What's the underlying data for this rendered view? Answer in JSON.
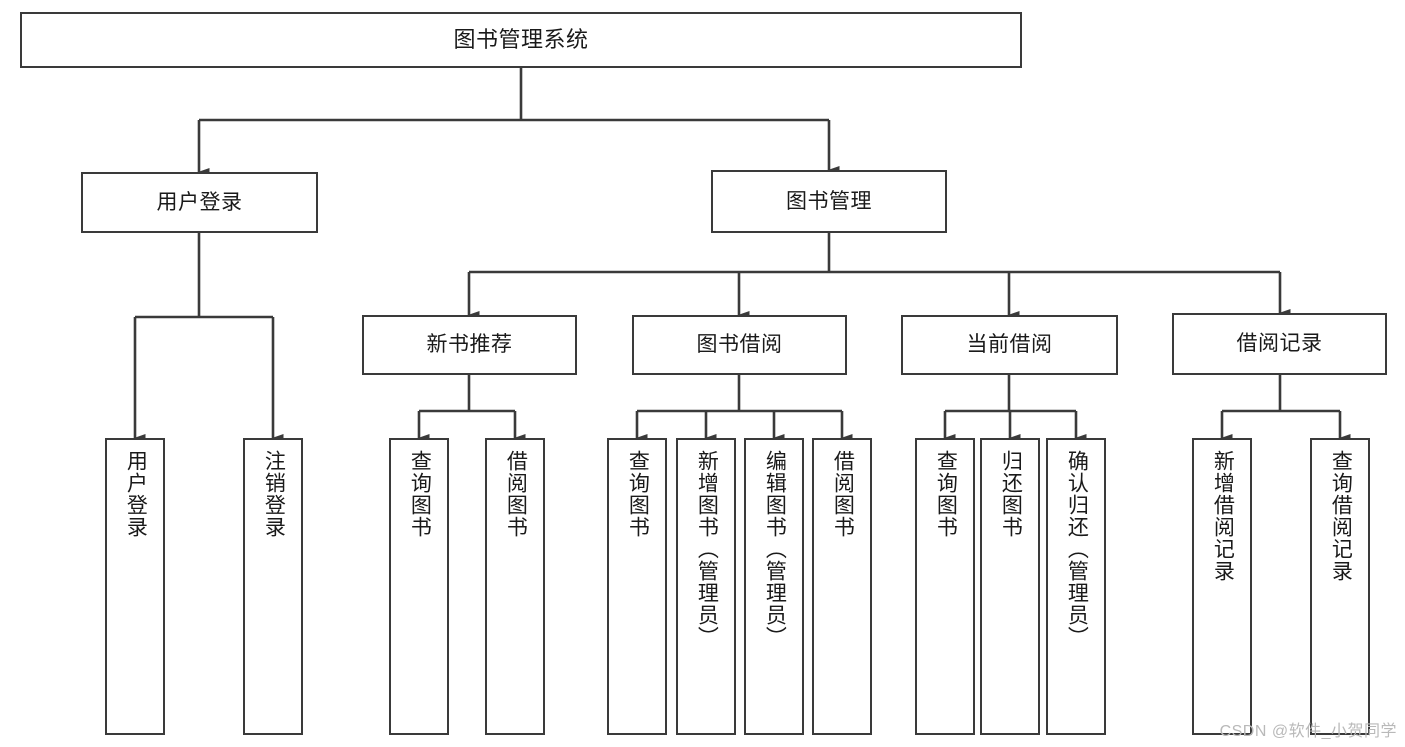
{
  "diagram": {
    "title": "图书管理系统",
    "type": "tree",
    "watermark": "CSDN @软件_小贺同学",
    "colors": {
      "stroke": "#3a3a3a",
      "fill": "#ffffff",
      "text": "#1a1a1a",
      "watermark": "#b9b9b9"
    },
    "nodes": {
      "root": {
        "label": "图书管理系统"
      },
      "level2": [
        {
          "label": "用户登录"
        },
        {
          "label": "图书管理"
        }
      ],
      "level3": [
        {
          "label": "新书推荐"
        },
        {
          "label": "图书借阅"
        },
        {
          "label": "当前借阅"
        },
        {
          "label": "借阅记录"
        }
      ],
      "leaves": {
        "user_login": [
          {
            "label": "用户登录"
          },
          {
            "label": "注销登录"
          }
        ],
        "new_book_recommend": [
          {
            "label": "查询图书"
          },
          {
            "label": "借阅图书"
          }
        ],
        "book_borrow": [
          {
            "label": "查询图书"
          },
          {
            "label": "新增图书（管理员）"
          },
          {
            "label": "编辑图书（管理员）"
          },
          {
            "label": "借阅图书"
          }
        ],
        "current_borrow": [
          {
            "label": "查询图书"
          },
          {
            "label": "归还图书"
          },
          {
            "label": "确认归还（管理员）"
          }
        ],
        "borrow_record": [
          {
            "label": "新增借阅记录"
          },
          {
            "label": "查询借阅记录"
          }
        ]
      }
    }
  }
}
